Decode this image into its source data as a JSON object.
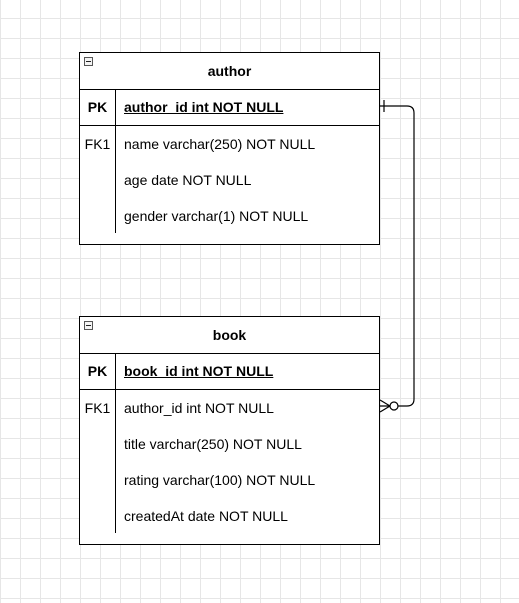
{
  "tables": [
    {
      "name": "author",
      "pk": {
        "key": "PK",
        "field": "author_id int NOT NULL"
      },
      "rows": [
        {
          "key": "FK1",
          "field": "name varchar(250) NOT NULL"
        },
        {
          "key": "",
          "field": "age date NOT NULL"
        },
        {
          "key": "",
          "field": "gender varchar(1) NOT NULL"
        }
      ]
    },
    {
      "name": "book",
      "pk": {
        "key": "PK",
        "field": "book_id int NOT NULL"
      },
      "rows": [
        {
          "key": "FK1",
          "field": "author_id int NOT NULL"
        },
        {
          "key": "",
          "field": "title varchar(250) NOT NULL"
        },
        {
          "key": "",
          "field": "rating varchar(100) NOT NULL"
        },
        {
          "key": "",
          "field": "createdAt date NOT NULL"
        }
      ]
    }
  ],
  "relationship": {
    "from": "author.author_id",
    "to": "book.author_id",
    "from_cardinality": "one",
    "to_cardinality": "zero-or-many"
  }
}
